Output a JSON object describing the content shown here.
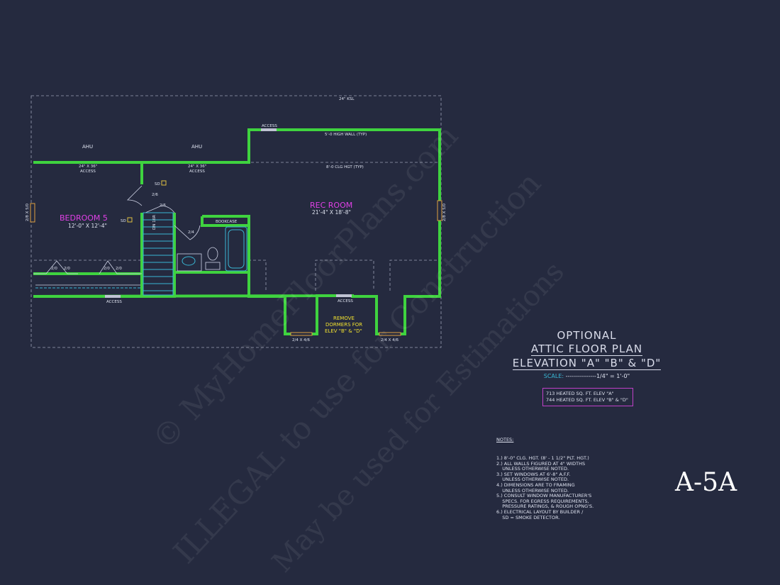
{
  "plan": {
    "header_label": "24\" KSL",
    "ahu_left": "AHU",
    "ahu_right": "AHU",
    "access_top": "ACCESS",
    "access_left_line1": "24\" X 36\"",
    "access_left_line2": "ACCESS",
    "access_right_line1": "24\" X 36\"",
    "access_right_line2": "ACCESS",
    "half_wall": "5'-0 HIGH WALL (TYP)",
    "clg_hgt": "8'-0 CLG HGT (TYP)",
    "rec_room_name": "REC ROOM",
    "rec_room_dim": "21'-4\" X 18'-8\"",
    "bedroom_name": "BEDROOM 5",
    "bedroom_dim": "12'-0\" X 12'-4\"",
    "bookcase": "BOOKCASE",
    "window_left": "2/8 X 5/0",
    "window_right": "2/8 X 5/0",
    "door_2_6_a": "2/6",
    "door_2_6_b": "2/6",
    "door_2_4": "2/4",
    "stair_dn": "DN 16R",
    "sd_1": "SD",
    "sd_2": "SD",
    "closet_1": "2/0",
    "closet_2": "2/0",
    "closet_3": "2/0",
    "closet_4": "2/0",
    "access_bottom_left": "ACCESS",
    "access_bottom_mid": "ACCESS",
    "dormer_note_1": "REMOVE",
    "dormer_note_2": "DORMERS FOR",
    "dormer_note_3": "ELEV \"B\" & \"D\"",
    "dormer_win_1": "2/4 X 4/6",
    "dormer_win_2": "2/4 X 4/6"
  },
  "title": {
    "line1": "OPTIONAL",
    "line2": "ATTIC FLOOR PLAN",
    "line3": "ELEVATION \"A\" \"B\" & \"D\"",
    "scale_label": "SCALE: ",
    "scale_value": "---------------1/4\" = 1'-0\""
  },
  "sqft": {
    "line1": "713 HEATED SQ. FT. ELEV \"A\"",
    "line2": "744 HEATED SQ. FT. ELEV \"B\" & \"D\""
  },
  "notes": {
    "header": "NOTES:",
    "body": "1.) 8'-0\" CLG. HGT. (8' - 1 1/2\" PLT. HGT.)\n2.) ALL WALLS FIGURED AT 4\" WIDTHS\n    UNLESS OTHERWISE NOTED.\n3.) SET WINDOWS AT 6'-8\" A.F.F.\n    UNLESS OTHERWISE NOTED.\n4.) DIMENSIONS ARE TO FRAMING\n    UNLESS OTHERWISE NOTED.\n5.) CONSULT WINDOW MANUFACTURER'S\n    SPECS. FOR EGRESS REQUIREMENTS,\n    PRESSURE RATINGS, & ROUGH OPNG'S.\n6.) ELECTRICAL LAYOUT BY BUILDER /\n    SD = SMOKE DETECTOR."
  },
  "sheet_number": "A-5A",
  "watermark": {
    "line1": "© MyHomeFloorPlans.com",
    "line2": "ILLEGAL to use for Construction",
    "line3": "May be used for Estimations"
  },
  "colors": {
    "background": "#252a3f",
    "walls": "#3fd33f",
    "room_label": "#e040e6",
    "note_yellow": "#f0e030",
    "scale_cyan": "#39b7d4"
  }
}
